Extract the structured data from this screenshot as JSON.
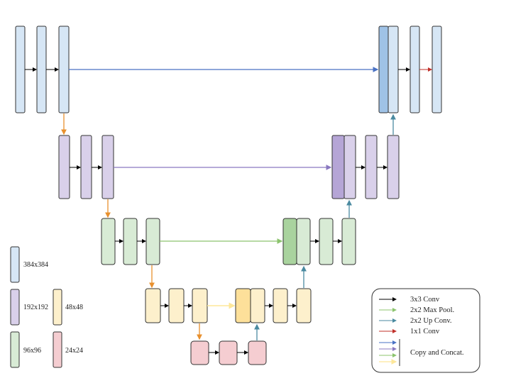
{
  "colors": {
    "blue": "#d6e6f5",
    "blue_dark": "#9fc2e6",
    "purple": "#d9d0ea",
    "purple_dark": "#b5a5d6",
    "green": "#d8ebd5",
    "green_dark": "#a9d39e",
    "yellow": "#fdf0cc",
    "yellow_dark": "#fde09a",
    "pink": "#f5cdd1",
    "conv": "#000000",
    "pool": "#e8902e",
    "upconv": "#4a8aa0",
    "conv1x1": "#c0302a",
    "copy_blue": "#4a72c4",
    "copy_purple": "#8a78c0",
    "copy_green": "#8cc46e",
    "copy_yellow": "#fde79a"
  },
  "size_legend": [
    {
      "label": "384x384",
      "color": "blue"
    },
    {
      "label": "192x192",
      "color": "purple"
    },
    {
      "label": "96x96",
      "color": "green"
    },
    {
      "label": "48x48",
      "color": "yellow"
    },
    {
      "label": "24x24",
      "color": "pink"
    }
  ],
  "arrow_legend": {
    "items": [
      {
        "label": "3x3 Conv",
        "color": "conv"
      },
      {
        "label": "2x2 Max Pool.",
        "color": "pool"
      },
      {
        "label": "2x2 Up Conv.",
        "color": "upconv"
      },
      {
        "label": "1x1 Conv",
        "color": "conv1x1"
      }
    ],
    "copy_label": "Copy and Concat.",
    "copy_colors": [
      "copy_blue",
      "copy_purple",
      "copy_green",
      "copy_yellow"
    ]
  }
}
